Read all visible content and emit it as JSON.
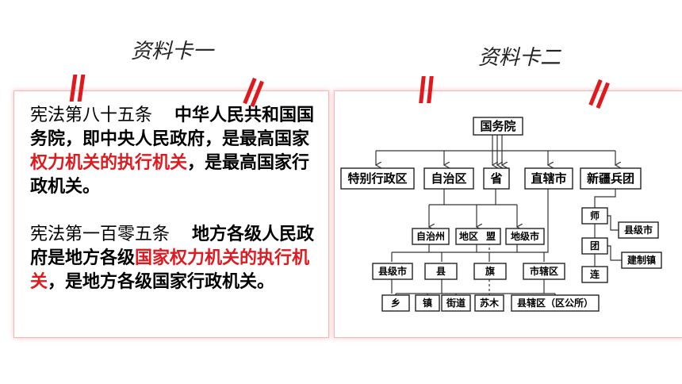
{
  "card1": {
    "title": "资料卡一",
    "article85": {
      "lead": "宪法第八十五条",
      "p1": "中华人民共和国国务院，即中央人民政府，是最高国家",
      "red": "权力机关的执行机关",
      "p2": "，是最高国家行政机关。"
    },
    "article105": {
      "lead": "宪法第一百零五条",
      "p1": "地方各级人民政府是地方各级",
      "red": "国家权力机关的执行机关",
      "p2": "，是地方各级国家行政机关。"
    }
  },
  "card2": {
    "title": "资料卡二",
    "diagram": {
      "root": "国务院",
      "level1": [
        "特别行政区",
        "自治区",
        "省",
        "直辖市",
        "新疆兵团"
      ],
      "level2": [
        "自治州",
        "地区",
        "盟",
        "地级市"
      ],
      "level3": [
        "县级市",
        "县",
        "旗",
        "市辖区"
      ],
      "level4": [
        "乡",
        "镇",
        "街道",
        "苏木",
        "县辖区（区公所）"
      ],
      "corps": [
        "师",
        "团",
        "连",
        "县级市",
        "建制镇"
      ]
    }
  },
  "colors": {
    "accent": "#e0191e",
    "card_border": "#f0b8b8"
  }
}
